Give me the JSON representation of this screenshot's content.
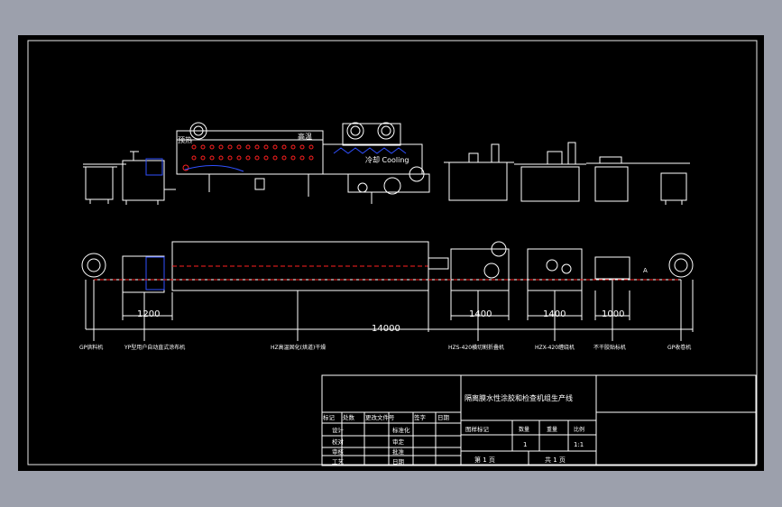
{
  "colors": {
    "background": "#9ca0ac",
    "sheet": "#000000",
    "line": "#ffffff",
    "accent_blue": "#3050ff",
    "accent_red": "#ff2020",
    "frame": "#e8e8e8"
  },
  "elevation": {
    "label_preheat": "预热",
    "label_high_temp": "高温",
    "label_cooling": "冷却 Cooling"
  },
  "plan": {
    "dims": [
      "1200",
      "14000",
      "1400",
      "1400",
      "1000"
    ],
    "captions": [
      "GP供料机",
      "YP型用户自动直式涂布机",
      "HZ高温固化(烘道)干燥",
      "HZS-420横切割折叠机",
      "HZX-420缠绕机",
      "不干胶贴标机",
      "GP收卷机"
    ],
    "part_mark": "A"
  },
  "title_block": {
    "title": "隔离膜水性涂胶和检查机组生产线",
    "rev_row": [
      "标记",
      "处数",
      "更改文件号",
      "签字",
      "日期"
    ],
    "sign_rows": [
      {
        "role": "设计",
        "role2": "标准化"
      },
      {
        "role": "校对",
        "role2": "审定"
      },
      {
        "role": "审核",
        "role2": "批准"
      },
      {
        "role": "工艺",
        "role2": "日期"
      }
    ],
    "stage_headers": [
      "图样标记",
      "数量",
      "重量",
      "比例"
    ],
    "quantity": "1",
    "scale": "1:1",
    "sheet_no": "第 1 页",
    "sheet_total": "共 1 页"
  }
}
